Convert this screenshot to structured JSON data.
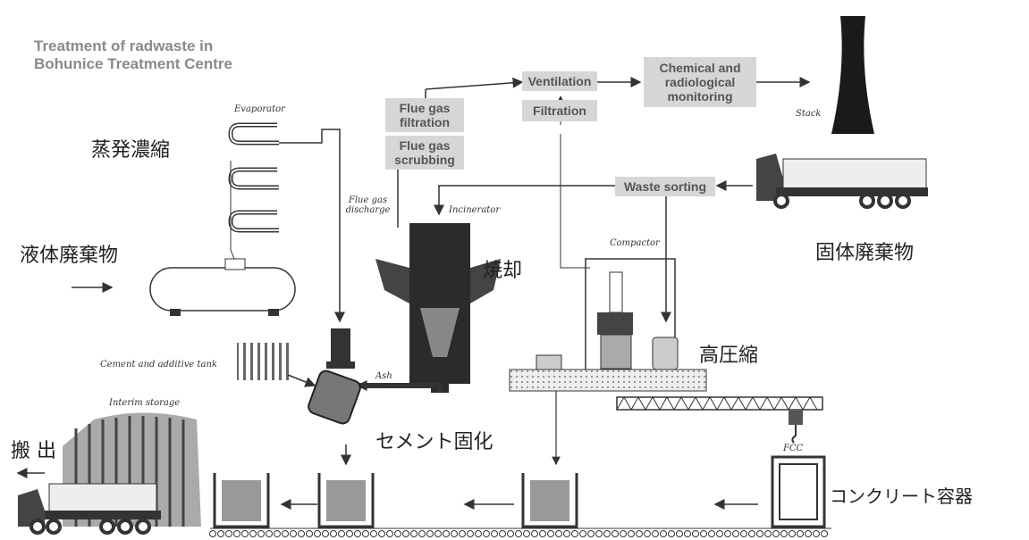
{
  "title_line1": "Treatment of radwaste in",
  "title_line2": "Bohunice Treatment Centre",
  "boxes": {
    "ventilation": "Ventilation",
    "filtration": "Filtration",
    "chemical": "Chemical and radiological monitoring",
    "flue_filtration": "Flue gas filtration",
    "flue_scrubbing": "Flue gas scrubbing",
    "waste_sorting": "Waste sorting"
  },
  "labels": {
    "evaporator": "Evaporator",
    "stack": "Stack",
    "flue_discharge": "Flue gas discharge",
    "incinerator": "Incinerator",
    "compactor": "Compactor",
    "cement_tank": "Cement and additive tank",
    "ash": "Ash",
    "interim_storage": "Interim storage",
    "fcc": "FCC"
  },
  "jp": {
    "evaporation": "蒸発濃縮",
    "liquid_waste": "液体廃棄物",
    "incineration": "焼却",
    "solid_waste": "固体廃棄物",
    "compaction": "高圧縮",
    "cementation": "セメント固化",
    "shipping": "搬 出",
    "concrete_container": "コンクリート容器"
  }
}
